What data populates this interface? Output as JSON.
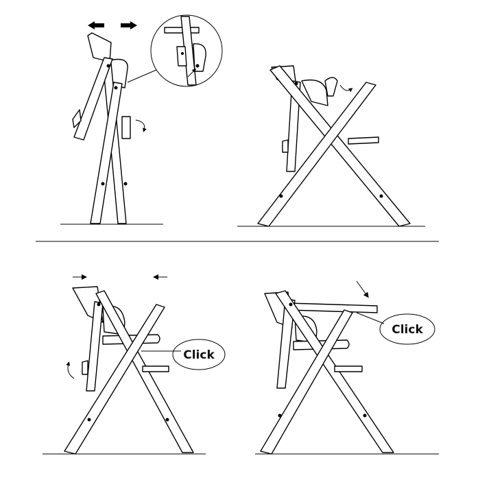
{
  "panels": [
    {
      "id": "step-1",
      "caption": ""
    },
    {
      "id": "step-2",
      "caption": ""
    },
    {
      "id": "step-3",
      "caption": ""
    },
    {
      "id": "step-4",
      "caption": ""
    }
  ],
  "callouts": {
    "click_label_step3": "Click",
    "click_label_step4": "Click"
  },
  "colors": {
    "line": "#000000",
    "background": "#ffffff"
  }
}
